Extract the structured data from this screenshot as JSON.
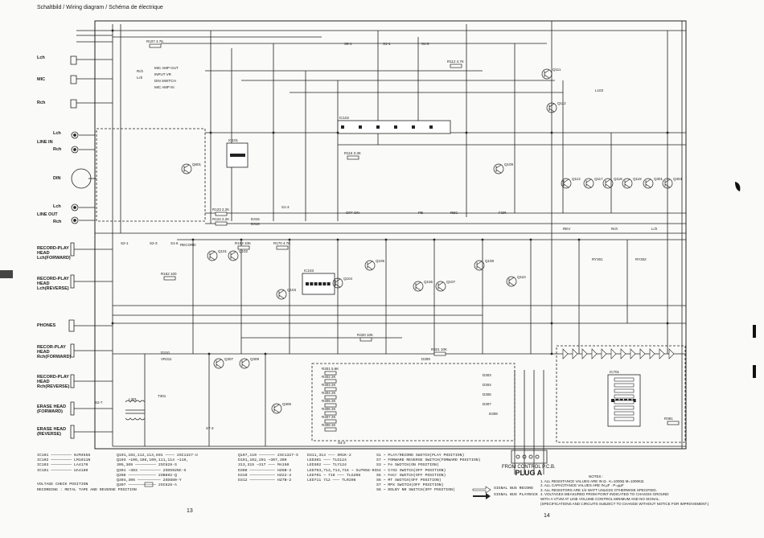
{
  "title": "Schaltbild / Wiring diagram / Schéma de électrique",
  "page_numbers": {
    "left": "13",
    "right": "14"
  },
  "left_labels": [
    {
      "id": "lch-top",
      "text": "Lch"
    },
    {
      "id": "mic",
      "text": "MIC"
    },
    {
      "id": "rch-top",
      "text": "Rch"
    },
    {
      "id": "lch-line",
      "text": "Lch"
    },
    {
      "id": "line-in",
      "text": "LINE IN"
    },
    {
      "id": "rch-line",
      "text": "Rch"
    },
    {
      "id": "din",
      "text": "DIN"
    },
    {
      "id": "lch-out",
      "text": "Lch"
    },
    {
      "id": "line-out",
      "text": "LINE OUT"
    },
    {
      "id": "rch-out",
      "text": "Rch"
    },
    {
      "id": "rec-play-lf",
      "text": "RECORD-PLAY HEAD Lch(FORWARD)"
    },
    {
      "id": "rec-play-lr",
      "text": "RECORD-PLAY HEAD Lch(REVERSE)"
    },
    {
      "id": "phones",
      "text": "PHONES"
    },
    {
      "id": "rec-play-rf",
      "text": "RECOR-PLAY HEAD Rch(FORWARD)"
    },
    {
      "id": "rec-play-rr",
      "text": "RECORD-PLAY HEAD Rch(REVERSE)"
    },
    {
      "id": "erase-f",
      "text": "ERASE HEAD (FORWARD)"
    },
    {
      "id": "erase-r",
      "text": "ERASE HEAD (REVERSE)"
    }
  ],
  "block_labels": {
    "mic_amp_out": "MIC AMP OUT",
    "input_vr": "INPUT VR",
    "din_switch": "DIN SWITCH",
    "mic_amp_in": "MIC AMP IN",
    "record": "RECORD",
    "play_rec": "R/P"
  },
  "ic_legend": [
    "IC101 ————————— NJM4558",
    "IC102 ————————— LM1011N",
    "IC103 ————————— LA4170",
    "IC101 ————————— UA4180"
  ],
  "transistor_legend": [
    "Q101,102,112,113,601 ———— 2SC1327-U",
    "Q103 ~106,108,109,111,114 ~119,",
    "       305,309 ————————— 2SC828-S",
    "Q301 ~303 ————————— 2SD592NC-S",
    "Q308 ———————————— 2SB892-Q",
    "Q304,306 —————————— 2SD880-Y",
    "Q307 ———————————— 2SC828-A"
  ],
  "diode_legend": [
    "Q107,110 ——————— 2SC1327-S",
    "D101,102,201 ~307,309",
    "  313,315 ~317 ——— MA150",
    "D308 ——————————— HZ6B-2",
    "D310 ——————————— HZ22-2",
    "D312 ——————————— HZ7B-2"
  ],
  "led_legend": [
    "D311,314 ——— SR1K-2",
    "LED301 ——— TLG124",
    "LED302 ——— TLY124",
    "LED703,713,714,716 ~ SLP958-0I",
    "LED701 ~ 710 ——— TLG208",
    "LED711 712 ——— TLR208"
  ],
  "switch_legend": [
    "S1 ~ PLAY/RECORD SWITCH(PLAY POSITION)",
    "S7 ~ FORWARD REVERSE SWITCH(FORWARD POSITION)",
    "S3 ~ Fe SWITCH(ON POSITION)",
    "S4 ~ CrO2 SWITCH(OFF POSITION)",
    "S5 ~ FeCr SWITCH(OFF POSITION)",
    "S6 ~ MT SWITCH(OFF POSITION)",
    "S7 ~ MPX SWITCH(OFF POSITION)",
    "S8 ~ DOLBY NR SWITCH(OFF POSITION)"
  ],
  "voltage_note": "VOLTAGE CHECK POSITION",
  "recording_note": "RECORDING : METAL TAPE AND REVERSE POSITION",
  "signal_legend": {
    "record": "SIGNAL BUS RECORD",
    "playback": "SIGNAL BUS PLAYBACK"
  },
  "plug": {
    "from": "FROM CONTROL P.C.B.",
    "name": "PLUG A"
  },
  "notes": {
    "heading": "NOTES :",
    "items": [
      "1. ALL RESISTANCE VALUES ARE IN Ω . K=1000Ω M=1000KΩ",
      "2. ALL CAPACITANCE VALUES ARE IN μF . P=μμF",
      "3. ALL RESISTORS ARE 1/4 WATT UNLESS OTHERWISE SPECIFIED.",
      "4. VOLTAGES MEASURED FROM POINT INDICATED TO CHASSIS GROUND",
      "   WITH A VTVM AT LINE VOLUME CONTROL MINIMUM AND NO SIGNAL."
    ],
    "footer": "(SPECIFICATIONS AND CIRCUITS SUBJECT TO CHANGE WITHOUT NOTICE FOR IMPROVEMENT.)"
  },
  "components": {
    "resistors": [
      "R107 4.7K",
      "R123 2.2K",
      "R124 2.2K",
      "R115 3.3K",
      "R112 4.7K",
      "R162 100",
      "R163 10K",
      "R170 4.7K",
      "R320 10K",
      "R321 10K",
      "R301 5.6K",
      "R302 2K",
      "R303 2K",
      "R304 2K",
      "R305 2K",
      "R306 2K",
      "R307 2K",
      "R308 2K",
      "R391"
    ],
    "ics": [
      "IC101",
      "IC102",
      "IC103",
      "IC701"
    ],
    "transistors": [
      "Q601",
      "Q101",
      "Q102",
      "Q103",
      "Q104",
      "Q105",
      "Q106",
      "Q107",
      "Q108",
      "Q109",
      "Q110",
      "Q111",
      "Q112",
      "Q113",
      "Q117",
      "Q118",
      "Q119",
      "Q301",
      "Q304",
      "Q305",
      "Q307",
      "Q309"
    ],
    "switches": [
      "S8-1",
      "S1-1",
      "S1-5",
      "S1-3",
      "S2-1",
      "S2-3",
      "S1-6",
      "S2-7",
      "S4-2",
      "S7-3"
    ],
    "misc": [
      "L103",
      "RY301",
      "RY302",
      "L301",
      "T301",
      "VR311",
      "D315",
      "D316",
      "D310",
      "D303",
      "D304",
      "D305",
      "D307",
      "D308",
      "D309"
    ],
    "routing": [
      "Rch",
      "Lch",
      "OFF",
      "ON",
      "PB",
      "REC",
      "FOR",
      "REV"
    ]
  }
}
